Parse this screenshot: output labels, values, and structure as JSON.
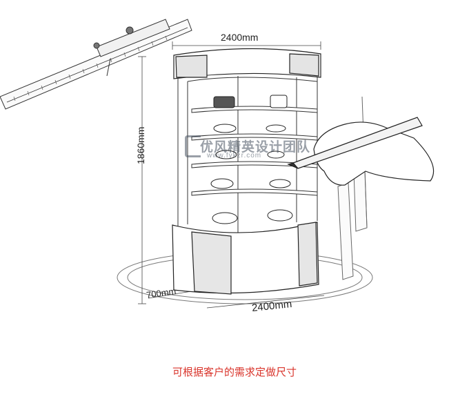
{
  "dimensions": {
    "top_width": "2400mm",
    "height": "1860mm",
    "depth": "700mm",
    "bottom_width": "2400mm"
  },
  "watermark": {
    "brand": "优风精英设计团队",
    "url": "www.fykzr.com"
  },
  "caption": "可根据客户的需求定做尺寸",
  "colors": {
    "line": "#333333",
    "caption": "#d9342b"
  }
}
